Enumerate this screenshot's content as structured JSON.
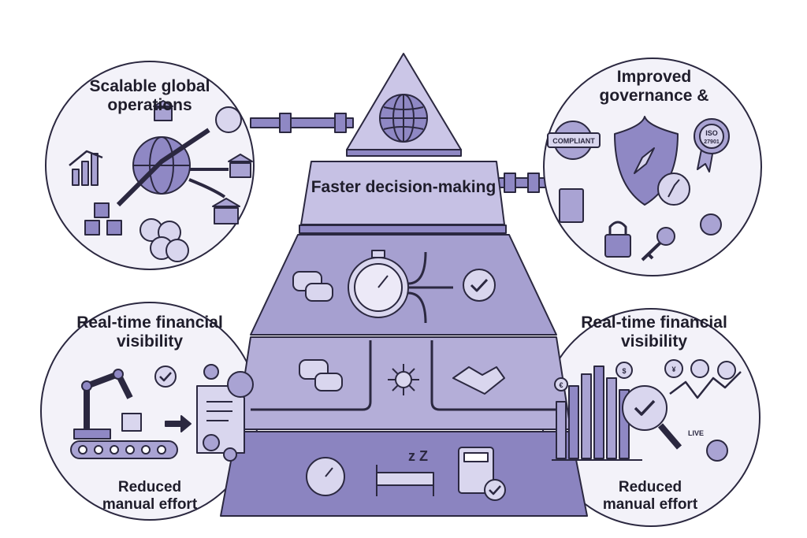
{
  "pyramid": {
    "tier2_label": "Faster decision-making"
  },
  "circles": {
    "top_left": {
      "title": "Scalable global operations"
    },
    "top_right": {
      "title": "Improved governance &",
      "badge_compliant": "COMPLIANT",
      "badge_iso_1": "ISO",
      "badge_iso_2": "27901"
    },
    "bottom_left": {
      "title": "Real-time financial visibility",
      "footer": "Reduced manual effort"
    },
    "bottom_right": {
      "title": "Real-time financial visibility",
      "footer": "Reduced manual effort",
      "live_label": "LIVE",
      "currency_1": "$",
      "currency_2": "¥",
      "currency_3": "€"
    }
  },
  "colors": {
    "fill_light": "#d9d6ee",
    "fill_mid": "#a9a3d3",
    "fill_dark": "#7a72b5",
    "stroke": "#2b2840"
  }
}
